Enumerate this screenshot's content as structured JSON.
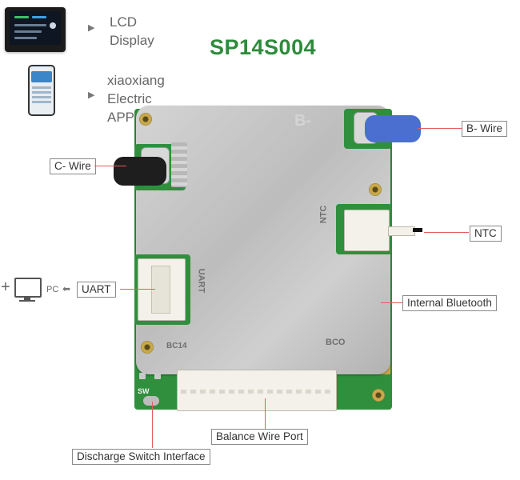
{
  "title": "SP14S004",
  "side": {
    "lcd_line1": "LCD",
    "lcd_line2": "Display",
    "app_line1": "xiaoxiang",
    "app_line2": "Electric",
    "app_line3": "APP",
    "pc_label": "PC"
  },
  "board_silk": {
    "ntc": "NTC",
    "uart": "UART",
    "b_mark": "B-",
    "code": "BC14",
    "bco": "BCO",
    "sw": "SW"
  },
  "callouts": {
    "b_wire": "B- Wire",
    "c_wire": "C- Wire",
    "ntc": "NTC",
    "uart": "UART",
    "bluetooth": "Internal Bluetooth",
    "balance": "Balance Wire Port",
    "discharge": "Discharge Switch Interface"
  },
  "colors": {
    "title": "#2e8b3b",
    "pcb": "#2f8f3c",
    "leader": "#e25c5c",
    "b_wire": "#4a6fd1"
  }
}
